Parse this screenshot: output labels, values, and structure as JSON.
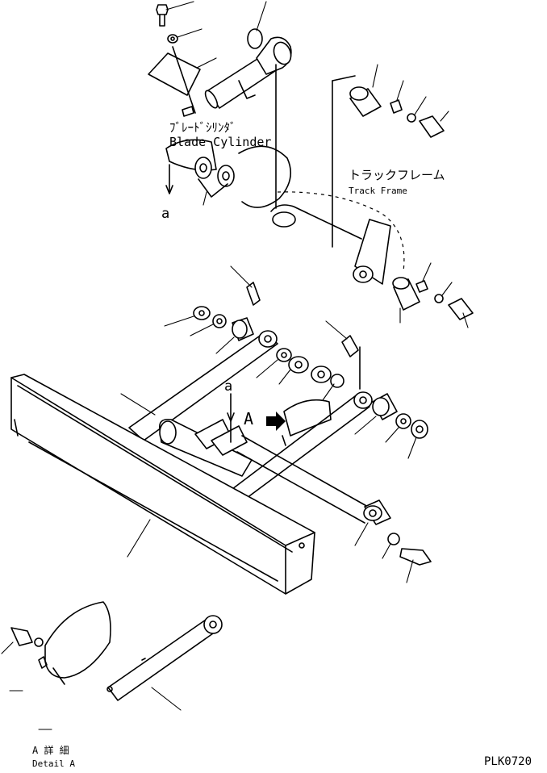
{
  "labels": {
    "blade_cylinder_ja": "ﾌﾞﾚｰﾄﾞｼﾘﾝﾀﾞ",
    "blade_cylinder_en": "Blade Cylinder",
    "track_frame_ja": "トラックフレーム",
    "track_frame_en": "Track Frame",
    "ref_a_top": "a",
    "ref_a_mid": "a",
    "view_a": "A",
    "detail_ja": "A 詳 細",
    "detail_en": "Detail A",
    "drawing_code": "PLK0720"
  },
  "colors": {
    "ink": "#000000",
    "paper": "#ffffff"
  },
  "icons": {
    "view_arrow": "arrow-right-icon"
  }
}
